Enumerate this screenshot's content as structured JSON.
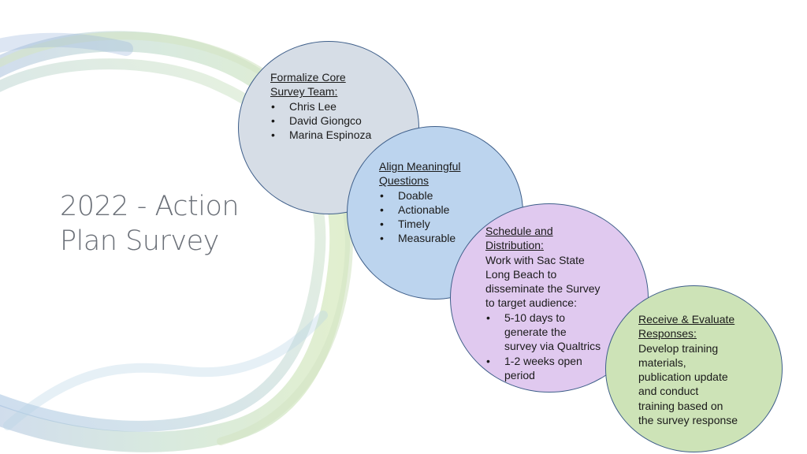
{
  "title": {
    "line1": "2022 - Action",
    "line2": "Plan Survey"
  },
  "colors": {
    "circle1": "#d6dde6",
    "circle2": "#bcd4ee",
    "circle3": "#e0c9ef",
    "circle4": "#cde3b7",
    "border": "#3f5f8a",
    "title": "#6b7078"
  },
  "steps": [
    {
      "heading": [
        "Formalize Core",
        "Survey Team:"
      ],
      "bullets": [
        [
          "Chris Lee"
        ],
        [
          "David Giongco"
        ],
        [
          "Marina Espinoza"
        ]
      ]
    },
    {
      "heading": [
        "Align Meaningful",
        "Questions"
      ],
      "bullets": [
        [
          "Doable"
        ],
        [
          "Actionable"
        ],
        [
          "Timely"
        ],
        [
          "Measurable"
        ]
      ]
    },
    {
      "heading": [
        "Schedule and",
        "Distribution:"
      ],
      "body": [
        "Work with Sac State",
        "Long Beach to",
        "disseminate the Survey",
        "to target audience:"
      ],
      "bullets": [
        [
          "5-10 days to",
          "generate the",
          "survey via Qualtrics"
        ],
        [
          "1-2 weeks open",
          "period"
        ]
      ]
    },
    {
      "heading": [
        "Receive & Evaluate",
        "Responses:"
      ],
      "body": [
        "Develop training",
        "materials,",
        "publication update",
        "and conduct",
        "training based on",
        "the survey response"
      ]
    }
  ]
}
